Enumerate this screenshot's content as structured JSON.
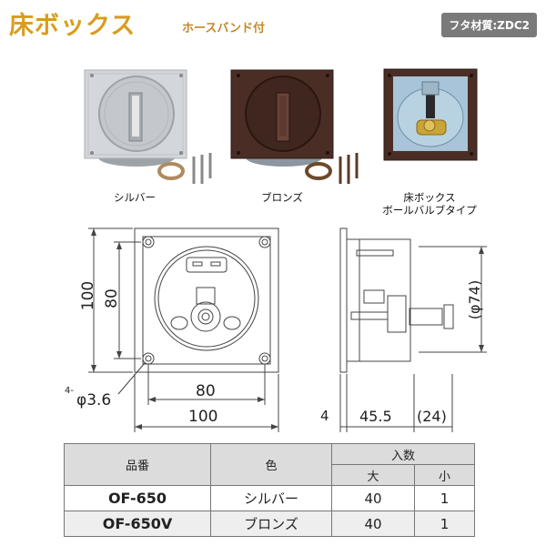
{
  "header": {
    "title": "床ボックス",
    "subtitle": "ホースバンド付",
    "material_badge": "フタ材質:ZDC2"
  },
  "photos": [
    {
      "caption": "シルバー",
      "icon": "silver-floor-box-photo"
    },
    {
      "caption": "ブロンズ",
      "icon": "bronze-floor-box-photo"
    },
    {
      "caption_line1": "床ボックス",
      "caption_line2": "ボールバルブタイプ",
      "icon": "ball-valve-floor-box-photo"
    }
  ],
  "dimensions": {
    "front_outer_height": "100",
    "front_inner_height": "80",
    "front_inner_width": "80",
    "front_outer_width": "100",
    "hole": "φ3.6",
    "hole_count_prefix": "4-",
    "side_diameter": "(φ74)",
    "side_flange": "4",
    "side_depth": "45.5",
    "side_extra": "(24)"
  },
  "table": {
    "headers": {
      "model": "品番",
      "color": "色",
      "qty": "入数",
      "large": "大",
      "small": "小"
    },
    "rows": [
      {
        "model": "OF-650",
        "color": "シルバー",
        "large": "40",
        "small": "1"
      },
      {
        "model": "OF-650V",
        "color": "ブロンズ",
        "large": "40",
        "small": "1"
      }
    ]
  },
  "colors": {
    "title": "#d99c1c",
    "badge_bg": "#7a7a7a",
    "bronze": "#4a2e25",
    "silver": "#c9ccd0",
    "brass": "#c9a437"
  }
}
